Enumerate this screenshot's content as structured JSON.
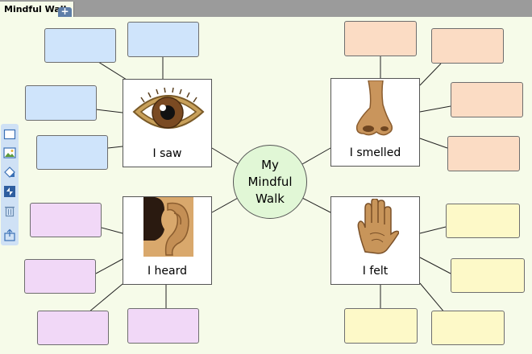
{
  "tab": {
    "title": "Mindful Walk",
    "add_label": "+"
  },
  "center": {
    "line1": "My",
    "line2": "Mindful",
    "line3": "Walk"
  },
  "cards": {
    "saw": "I saw",
    "smelled": "I smelled",
    "heard": "I heard",
    "felt": "I felt"
  },
  "colors": {
    "saw": "#cfe4fb",
    "smelled": "#fbdcc4",
    "heard": "#f1d8f7",
    "felt": "#fdf9c8",
    "center": "#e1f7d6",
    "background": "#f6fbe9"
  },
  "toolbar": {
    "tools": [
      "rectangle-icon",
      "image-icon",
      "fill-icon",
      "bring-to-front-icon",
      "trash-icon",
      "share-icon"
    ]
  }
}
